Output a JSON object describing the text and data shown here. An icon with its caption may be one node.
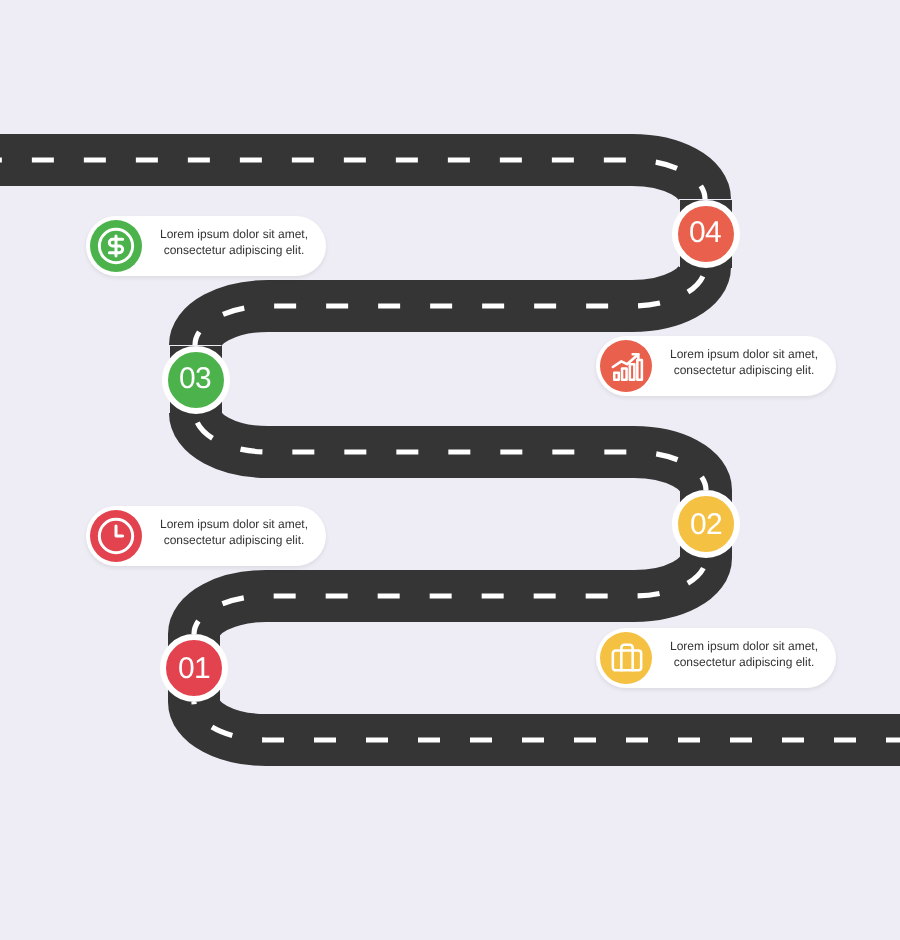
{
  "diagram": {
    "nodes": [
      {
        "text": [
          "04"
        ]
      },
      {
        "text": [
          "Lorem ipsum dolor sit amet, consectetur adipiscing elit."
        ]
      },
      {
        "text": [
          "Lorem ipsum dolor sit amet, consectetur adipiscing elit."
        ]
      },
      {
        "text": [
          "03"
        ]
      },
      {
        "text": [
          "02"
        ]
      },
      {
        "text": [
          "Lorem ipsum dolor sit amet, consectetur adipiscing elit."
        ]
      },
      {
        "text": [
          "Lorem ipsum dolor sit amet, consectetur adipiscing elit."
        ]
      },
      {
        "text": [
          "01"
        ]
      }
    ],
    "edges": [
      {
        "from": null,
        "to": 7,
        "arrow": "none"
      },
      {
        "from": 7,
        "to": 4,
        "arrow": "none"
      },
      {
        "from": 4,
        "to": 3,
        "arrow": "none"
      },
      {
        "from": 3,
        "to": 0,
        "arrow": "none"
      },
      {
        "from": 0,
        "to": null,
        "arrow": "none"
      }
    ]
  }
}
